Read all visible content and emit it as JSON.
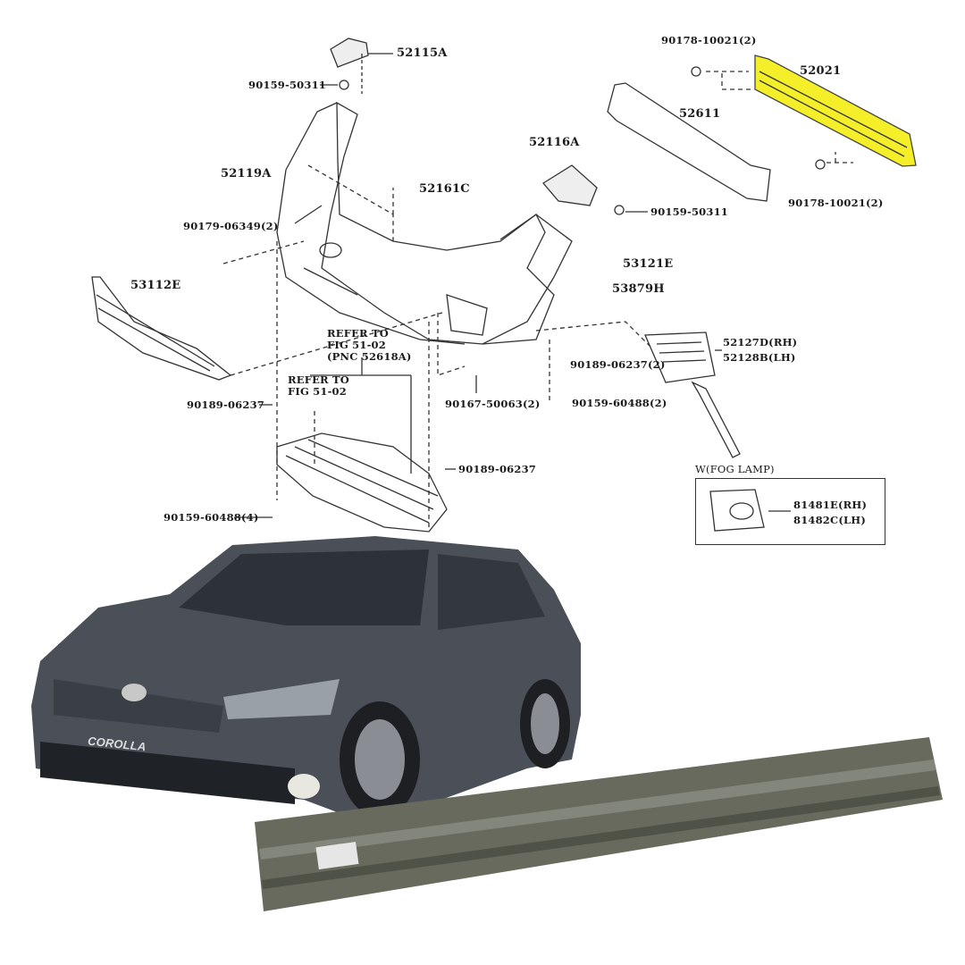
{
  "diagram": {
    "labels": {
      "p52115A": "52115A",
      "p90159_50311_a": "90159-50311",
      "p52119A": "52119A",
      "p52161C": "52161C",
      "p90179_06349": "90179-06349(2)",
      "p53112E": "53112E",
      "p90178_10021_a": "90178-10021(2)",
      "p52021": "52021",
      "p52611": "52611",
      "p52116A": "52116A",
      "p90178_10021_b": "90178-10021(2)",
      "p90159_50311_b": "90159-50311",
      "p53121E": "53121E",
      "p53879H": "53879H",
      "p52127D": "52127D(RH)",
      "p52128B": "52128B(LH)",
      "refer1_l1": "REFER TO",
      "refer1_l2": "FIG 51-02",
      "refer1_l3": "(PNC 52618A)",
      "refer2_l1": "REFER TO",
      "refer2_l2": "FIG 51-02",
      "p90189_06237_a": "90189-06237",
      "p90167_50063": "90167-50063(2)",
      "p90189_06237_b": "90189-06237(2)",
      "p90159_60488_a": "90159-60488(2)",
      "p90189_06237_c": "90189-06237",
      "p90159_60488_b": "90159-60488(4)",
      "fog_title": "W(FOG LAMP)",
      "p81481E": "81481E(RH)",
      "p81482C": "81482C(LH)"
    },
    "highlight_color": "#f5ef2a",
    "car_badge": "COROLLA"
  }
}
